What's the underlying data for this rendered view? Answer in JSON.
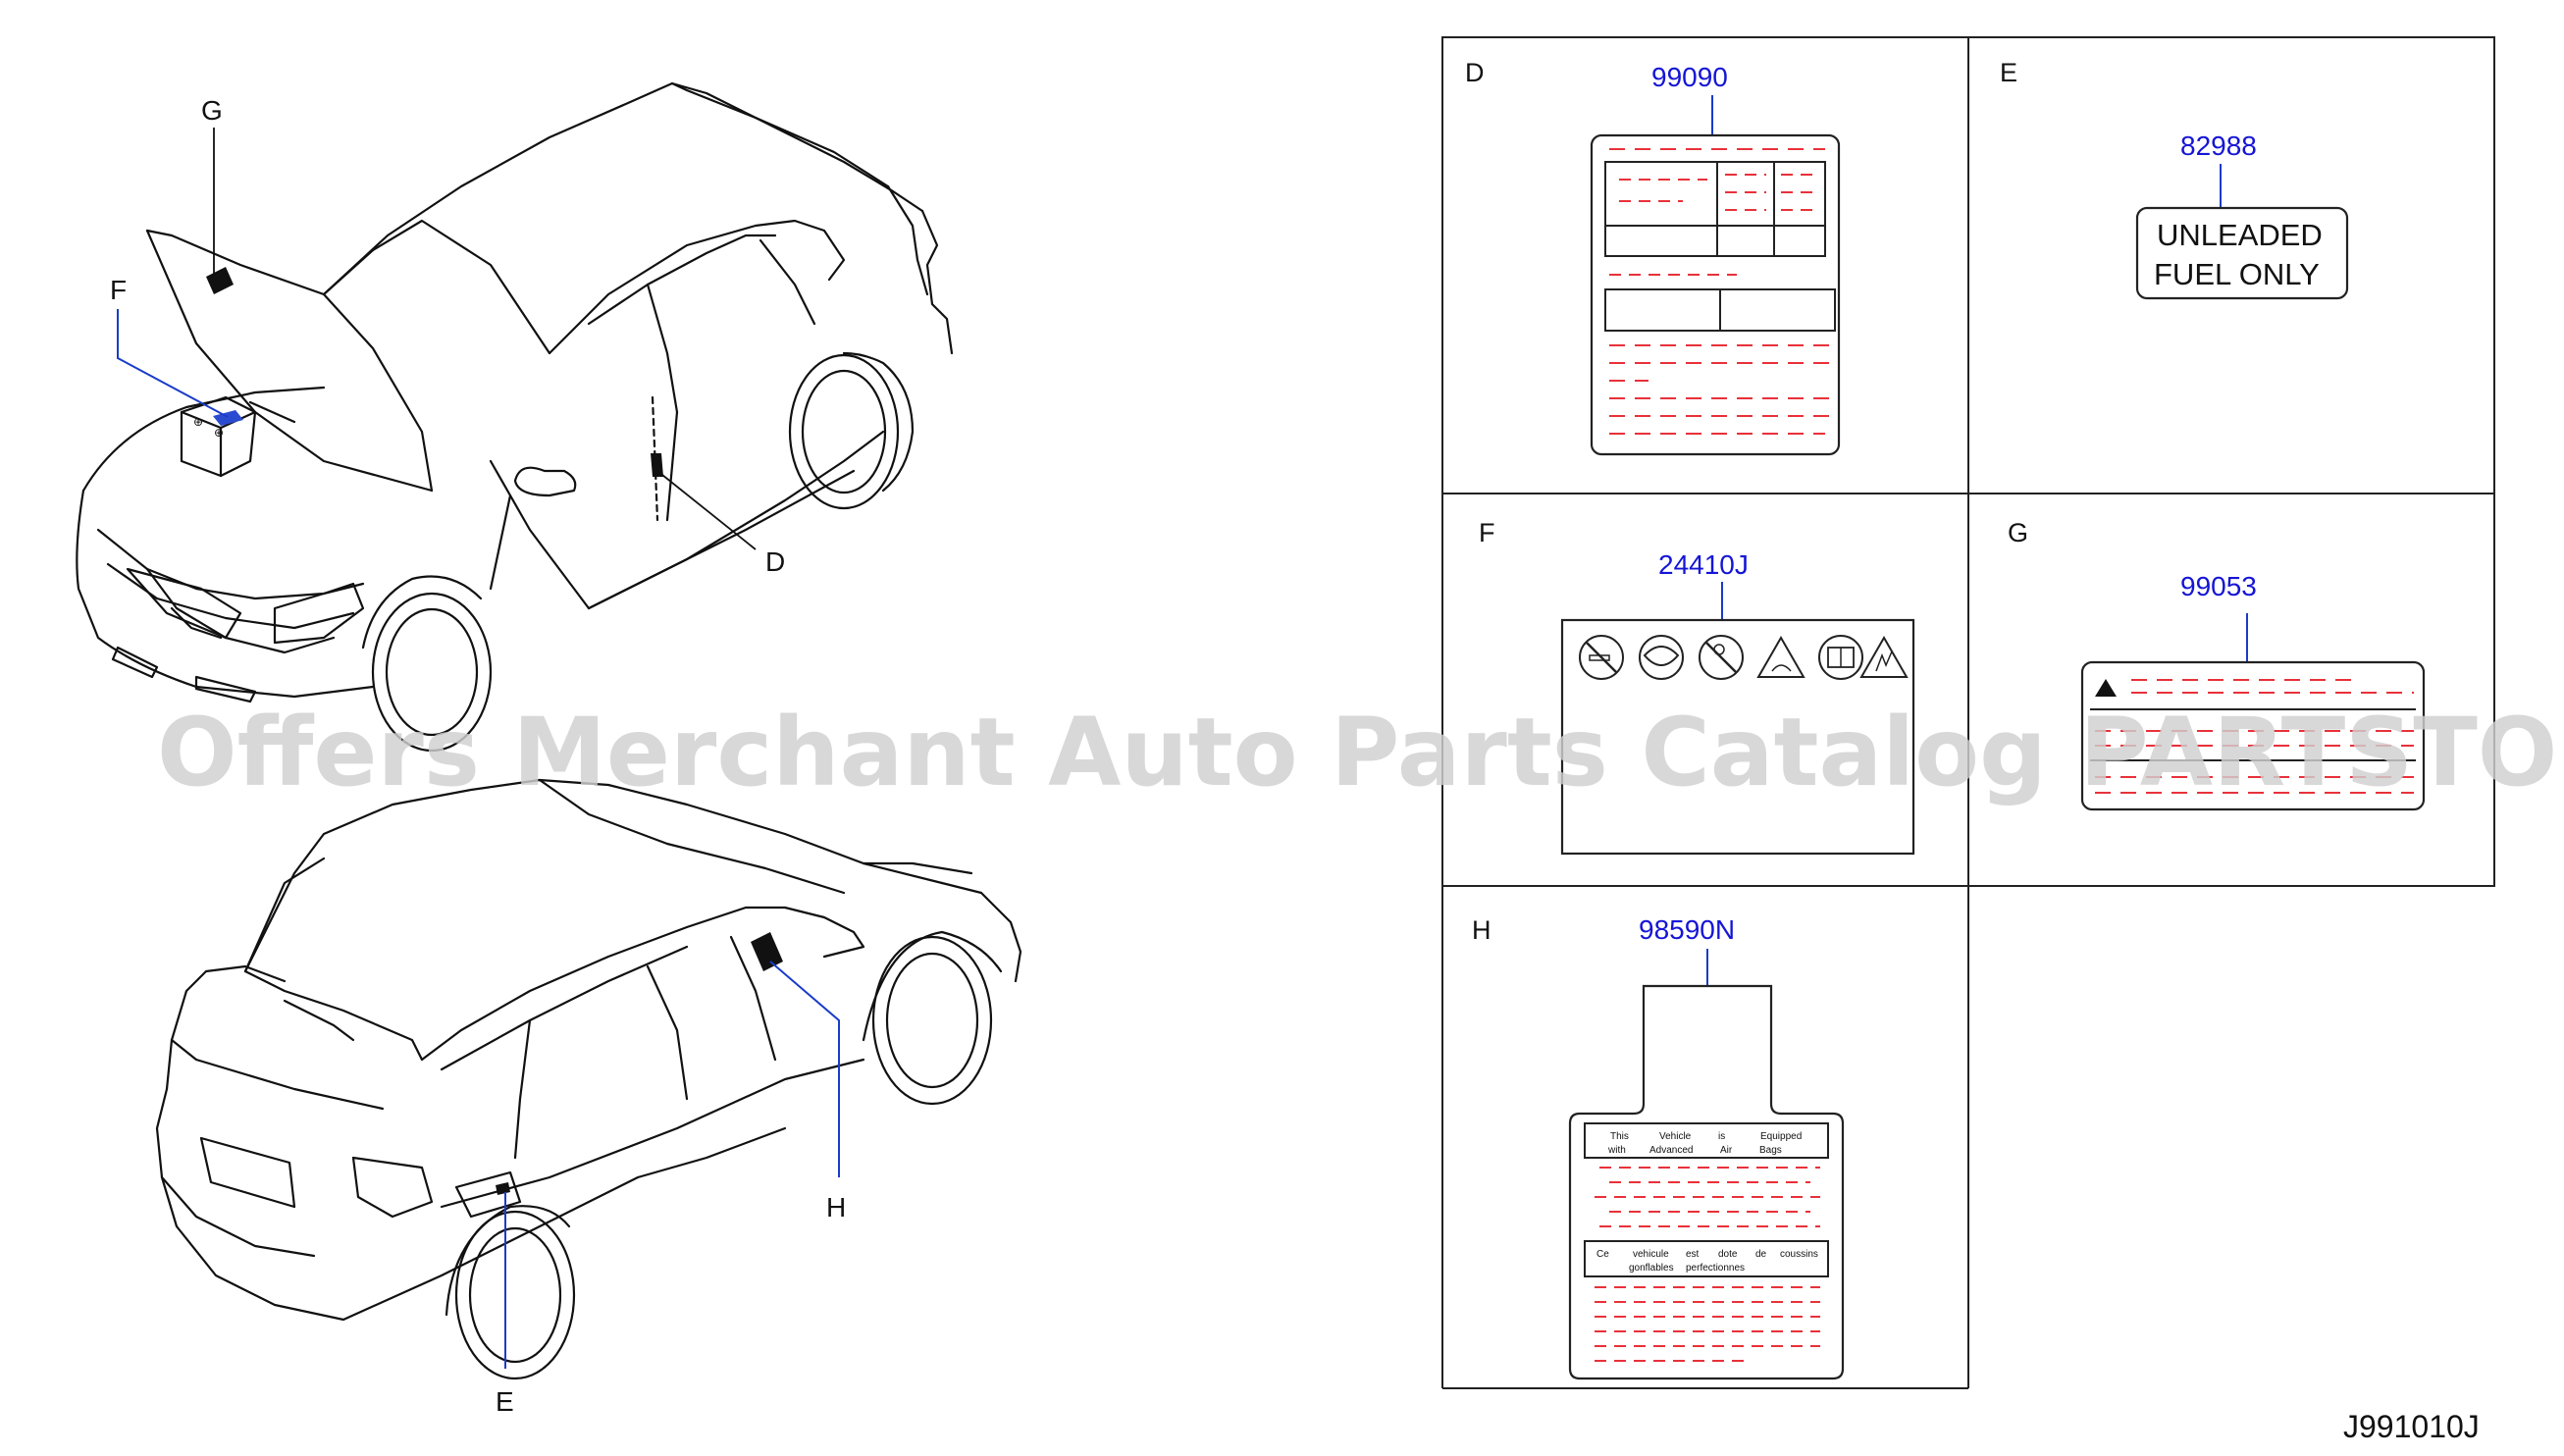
{
  "watermark": "Offers Merchant Auto Parts Catalog PARTSTORE.SA",
  "diagram_ref": "J991010J",
  "callouts": {
    "g": "G",
    "f": "F",
    "d": "D",
    "h": "H",
    "e": "E"
  },
  "panels": {
    "d": {
      "letter": "D",
      "part_number": "99090"
    },
    "e": {
      "letter": "E",
      "part_number": "82988",
      "line1": "UNLEADED",
      "line2": "FUEL  ONLY"
    },
    "f": {
      "letter": "F",
      "part_number": "24410J"
    },
    "g": {
      "letter": "G",
      "part_number": "99053"
    },
    "h": {
      "letter": "H",
      "part_number": "98590N",
      "en_words_1": [
        "This",
        "Vehicle",
        "is",
        "Equipped"
      ],
      "en_words_2": [
        "with",
        "Advanced",
        "Air",
        "Bags"
      ],
      "fr_words_1": [
        "Ce",
        "vehicule",
        "est",
        "dote",
        "de",
        "coussins"
      ],
      "fr_words_2": [
        "gonflables",
        "perfectionnes"
      ]
    }
  },
  "colors": {
    "part_number": "#1515d6",
    "leader": "#1a3cc8",
    "label_text_dashes": "#e8313a",
    "watermark": "#cfcfcf"
  },
  "icons": [
    "no-smoking-icon",
    "eye-protection-icon",
    "keep-children-away-icon",
    "acid-warning-icon",
    "read-manual-icon",
    "explosion-warning-icon",
    "warning-triangle-icon"
  ]
}
